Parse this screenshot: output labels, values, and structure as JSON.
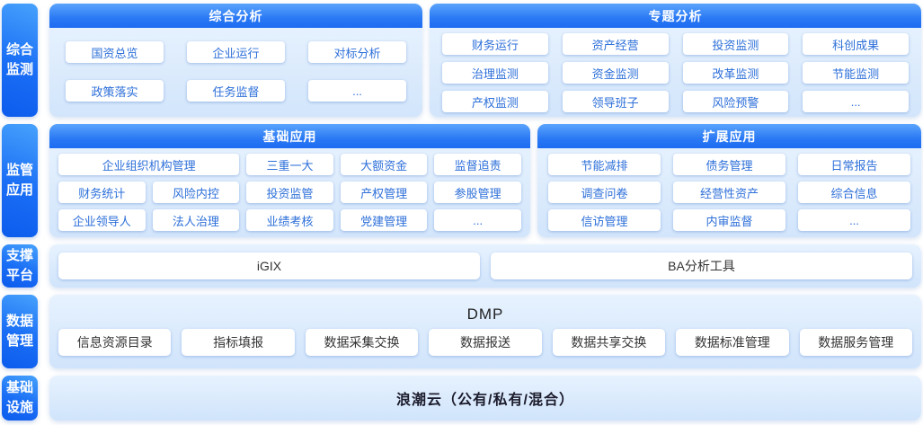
{
  "sidebar": {
    "monitoring": "综合\n监测",
    "regulation": "监管\n应用",
    "support": "支撑\n平台",
    "data": "数据\n管理",
    "infra": "基础\n设施"
  },
  "monitoring": {
    "comprehensive": {
      "title": "综合分析",
      "items": [
        "国资总览",
        "企业运行",
        "对标分析",
        "政策落实",
        "任务监督",
        "..."
      ]
    },
    "thematic": {
      "title": "专题分析",
      "items": [
        "财务运行",
        "资产经营",
        "投资监测",
        "科创成果",
        "治理监测",
        "资金监测",
        "改革监测",
        "节能监测",
        "产权监测",
        "领导班子",
        "风险预警",
        "..."
      ]
    }
  },
  "regulation": {
    "basic": {
      "title": "基础应用",
      "items": [
        "企业组织机构管理",
        "三重一大",
        "大额资金",
        "监督追责",
        "财务统计",
        "风险内控",
        "投资监管",
        "产权管理",
        "参股管理",
        "企业领导人",
        "法人治理",
        "业绩考核",
        "党建管理",
        "..."
      ]
    },
    "extended": {
      "title": "扩展应用",
      "items": [
        "节能减排",
        "债务管理",
        "日常报告",
        "调查问卷",
        "经营性资产",
        "综合信息",
        "信访管理",
        "内审监督",
        "..."
      ]
    }
  },
  "support": {
    "items": [
      "iGIX",
      "BA分析工具"
    ]
  },
  "data_mgmt": {
    "title": "DMP",
    "items": [
      "信息资源目录",
      "指标填报",
      "数据采集交换",
      "数据报送",
      "数据共享交换",
      "数据标准管理",
      "数据服务管理"
    ]
  },
  "infrastructure": {
    "label": "浪潮云（公有/私有/混合）"
  }
}
